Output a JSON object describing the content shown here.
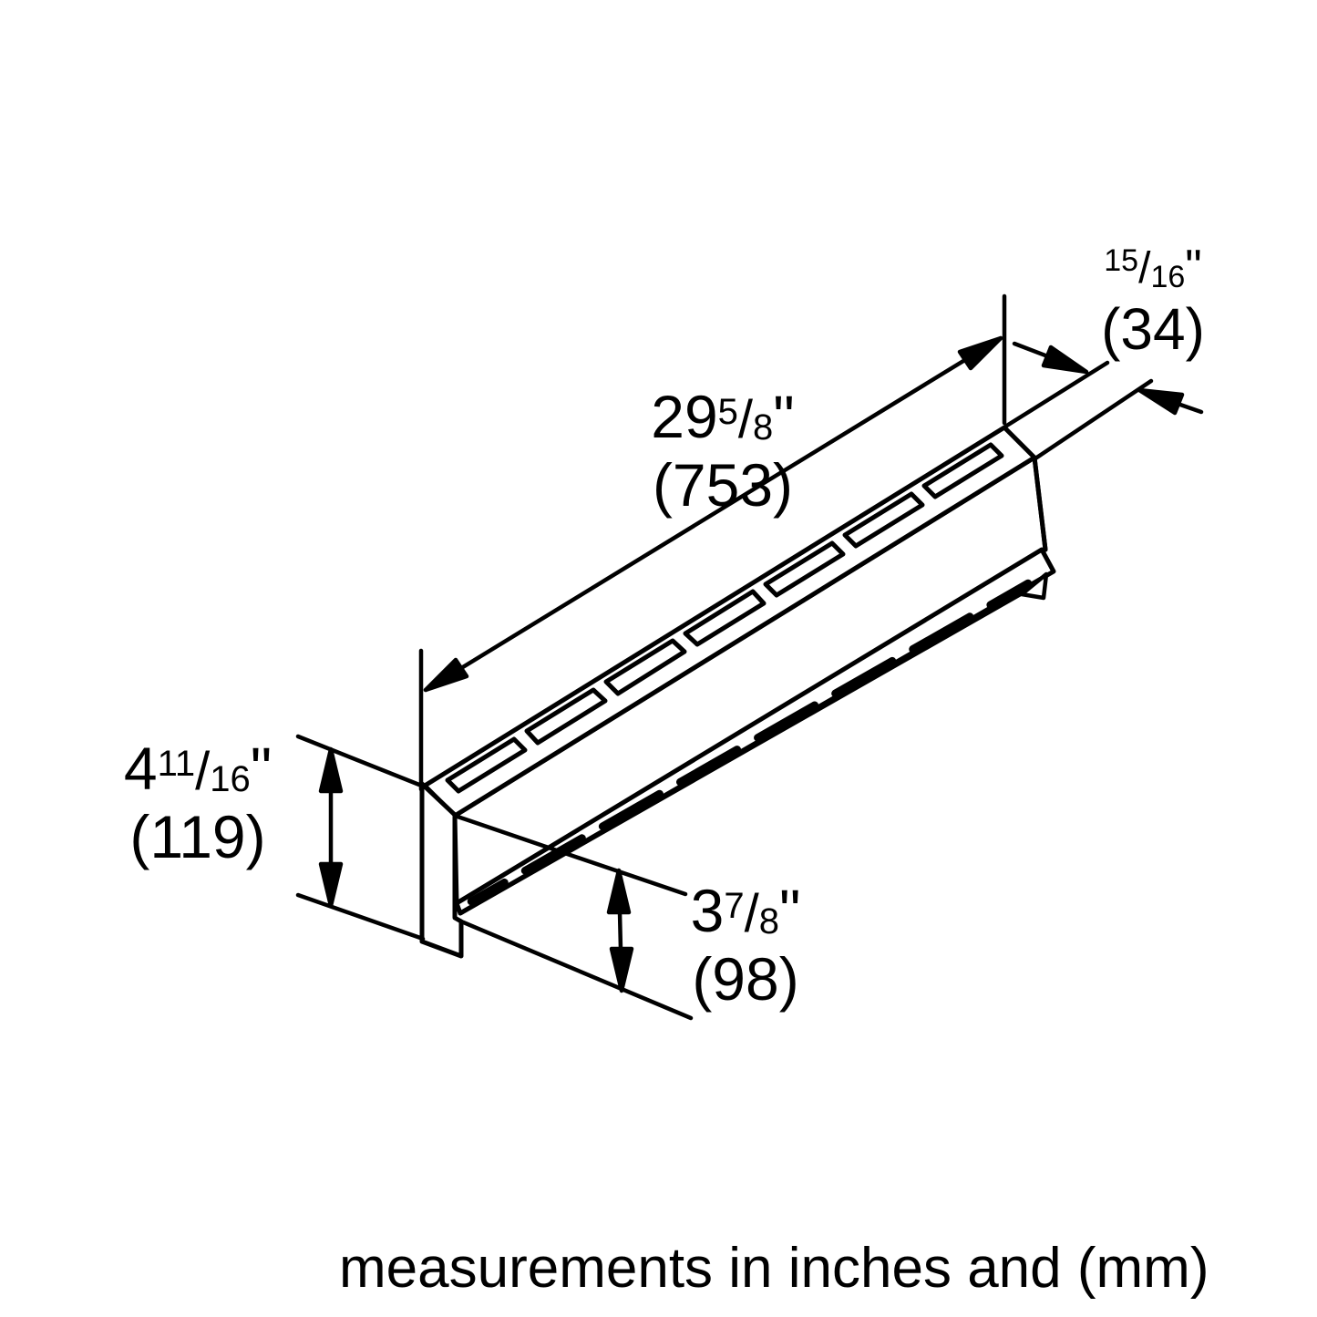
{
  "background_color": "#ffffff",
  "line_color": "#000000",
  "fraction_slash": "/",
  "caption": "measurements in inches and (mm)",
  "dimensions": {
    "length": {
      "whole": "29",
      "numerator": "5",
      "denominator": "8",
      "unit": "\"",
      "mm_value": "(753)"
    },
    "cap_depth": {
      "whole": "",
      "numerator": "15",
      "denominator": "16",
      "unit": "\"",
      "mm_value": "(34)"
    },
    "end_height": {
      "whole": "4",
      "numerator": "11",
      "denominator": "16",
      "unit": "\"",
      "mm_value": "(119)"
    },
    "front_height": {
      "whole": "3",
      "numerator": "7",
      "denominator": "8",
      "unit": "\"",
      "mm_value": "(98)"
    }
  }
}
